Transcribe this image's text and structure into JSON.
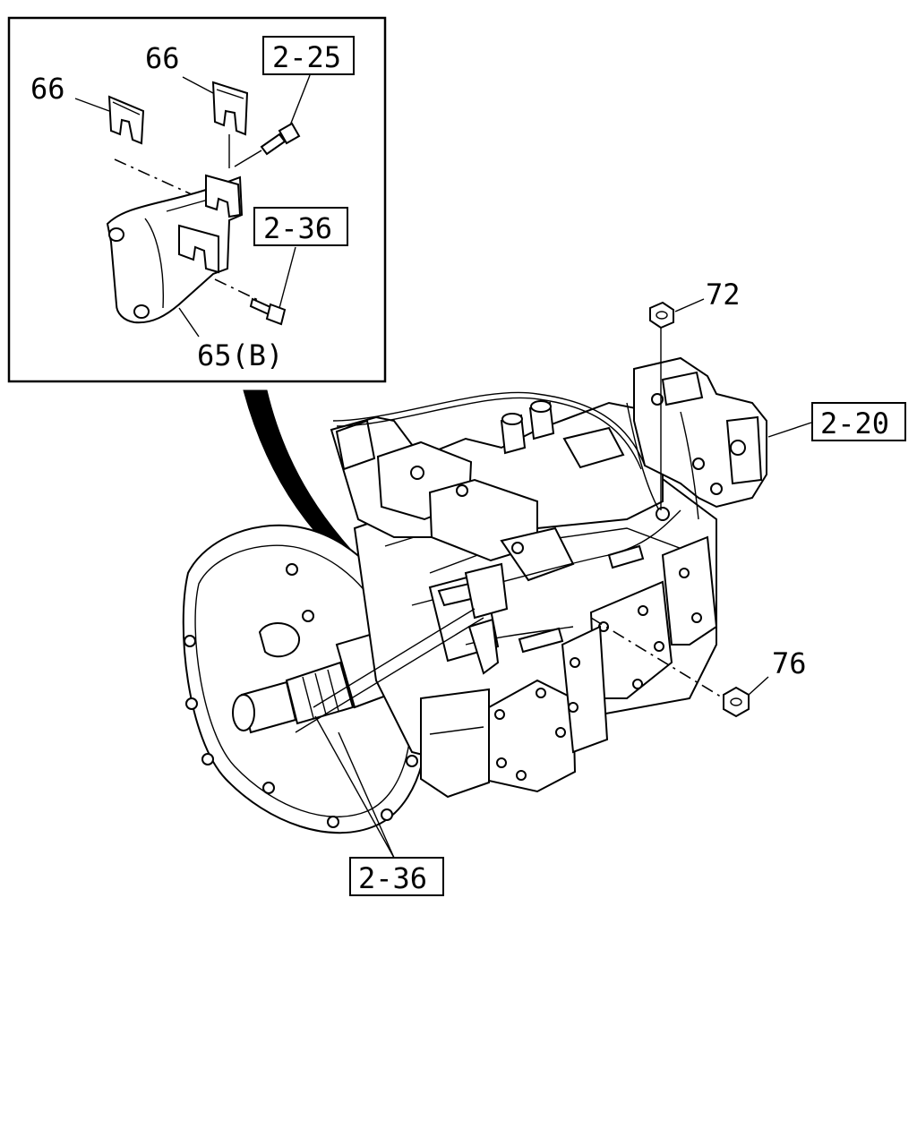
{
  "callouts": {
    "inset_66_left": "66",
    "inset_66_right": "66",
    "inset_65b": "65(B)",
    "ref_72": "72",
    "ref_76": "76"
  },
  "references": {
    "ref_2_25": "2-25",
    "ref_2_36_inset": "2-36",
    "ref_2_20": "2-20",
    "ref_2_36_main": "2-36"
  }
}
